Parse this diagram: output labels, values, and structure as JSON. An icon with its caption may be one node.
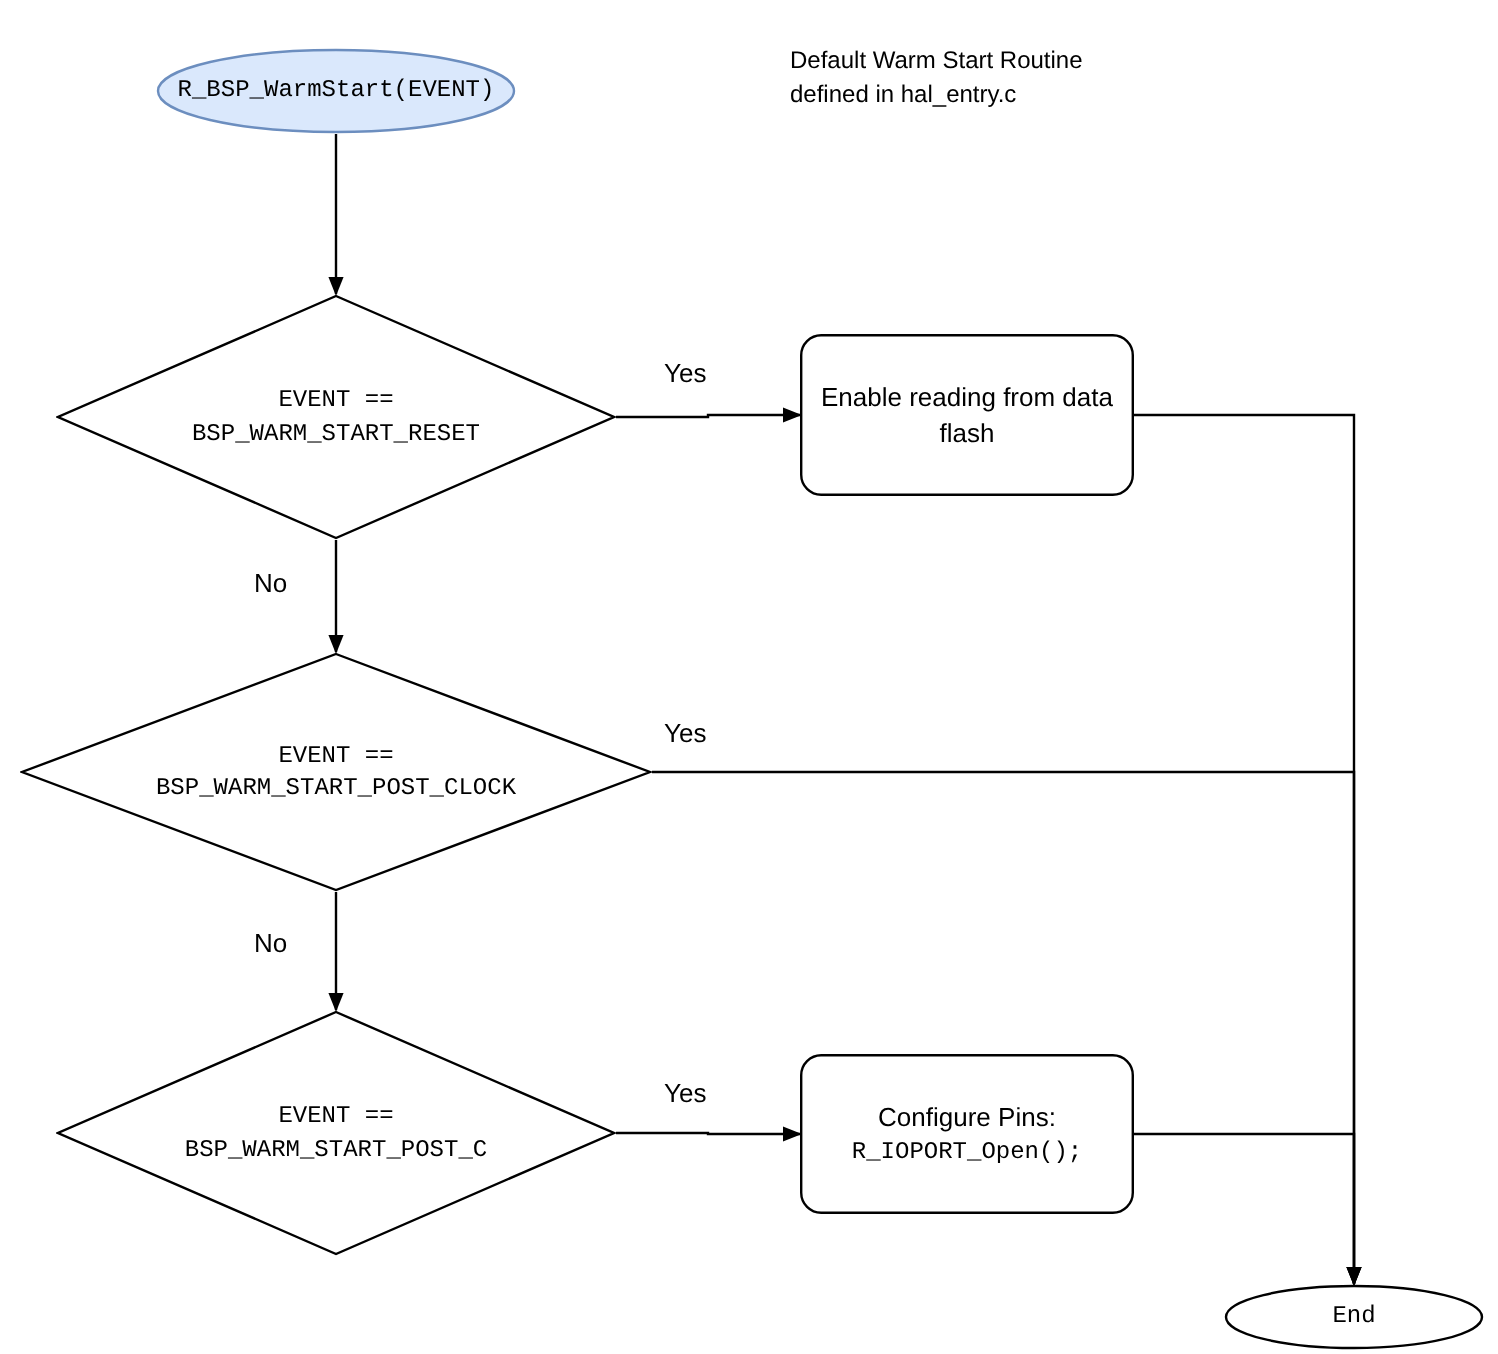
{
  "diagram": {
    "nodes": [
      {
        "text": [
          "R_BSP_WarmStart(EVENT)"
        ]
      },
      {
        "text": [
          "EVENT == BSP_WARM_START_RESET"
        ]
      },
      {
        "text": [
          "Enable reading from data flash"
        ]
      },
      {
        "text": [
          "EVENT == BSP_WARM_START_POST_CLOCK"
        ]
      },
      {
        "text": [
          "EVENT == BSP_WARM_START_POST_C"
        ]
      },
      {
        "text": [
          "Configure Pins:",
          "R_IOPORT_Open();"
        ]
      },
      {
        "text": [
          "End"
        ]
      }
    ],
    "edges": [
      {
        "from": 0,
        "to": 1,
        "arrow": "to"
      },
      {
        "from": 1,
        "to": 2,
        "arrow": "to",
        "label": "Yes"
      },
      {
        "from": 1,
        "to": 3,
        "arrow": "to",
        "label": "No"
      },
      {
        "from": 2,
        "to": 6,
        "arrow": "to"
      },
      {
        "from": 3,
        "to": 6,
        "arrow": "to",
        "label": "Yes"
      },
      {
        "from": 3,
        "to": 4,
        "arrow": "to",
        "label": "No"
      },
      {
        "from": 4,
        "to": 5,
        "arrow": "to",
        "label": "Yes"
      },
      {
        "from": 5,
        "to": 6,
        "arrow": "to"
      }
    ],
    "labels": [
      "Default Warm Start Routine defined in hal_entry.c"
    ]
  }
}
